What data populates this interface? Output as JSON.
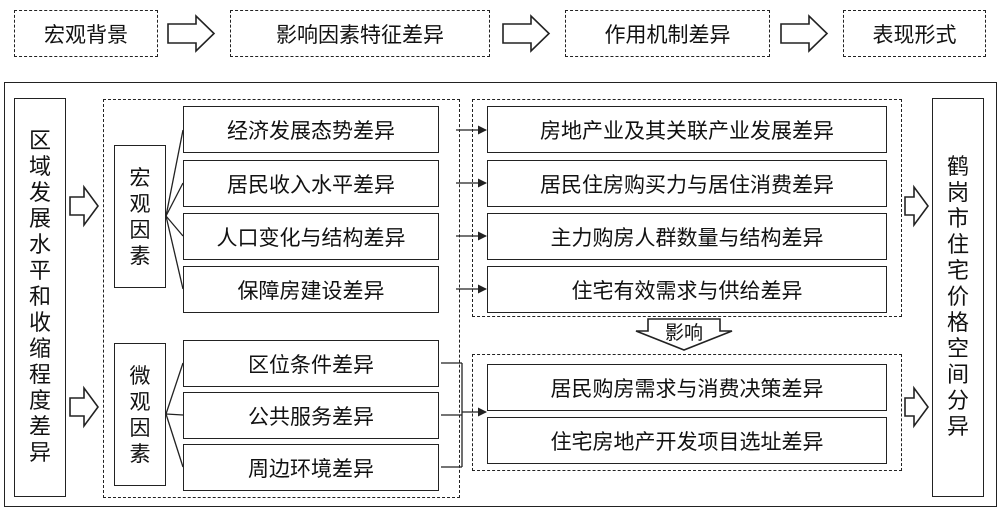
{
  "header": {
    "steps": [
      "宏观背景",
      "影响因素特征差异",
      "作用机制差异",
      "表现形式"
    ]
  },
  "left_label": "区域发展水平和收缩程度差异",
  "right_label": "鹤岗市住宅价格空间分异",
  "macro": {
    "label": "宏观因素",
    "factors": [
      "经济发展态势差异",
      "居民收入水平差异",
      "人口变化与结构差异",
      "保障房建设差异"
    ],
    "mechanisms": [
      "房地产业及其关联产业发展差异",
      "居民住房购买力与居住消费差异",
      "主力购房人群数量与结构差异",
      "住宅有效需求与供给差异"
    ]
  },
  "influence_label": "影响",
  "micro": {
    "label": "微观因素",
    "factors": [
      "区位条件差异",
      "公共服务差异",
      "周边环境差异"
    ],
    "mechanisms": [
      "居民购房需求与消费决策差异",
      "住宅房地产开发项目选址差异"
    ]
  }
}
